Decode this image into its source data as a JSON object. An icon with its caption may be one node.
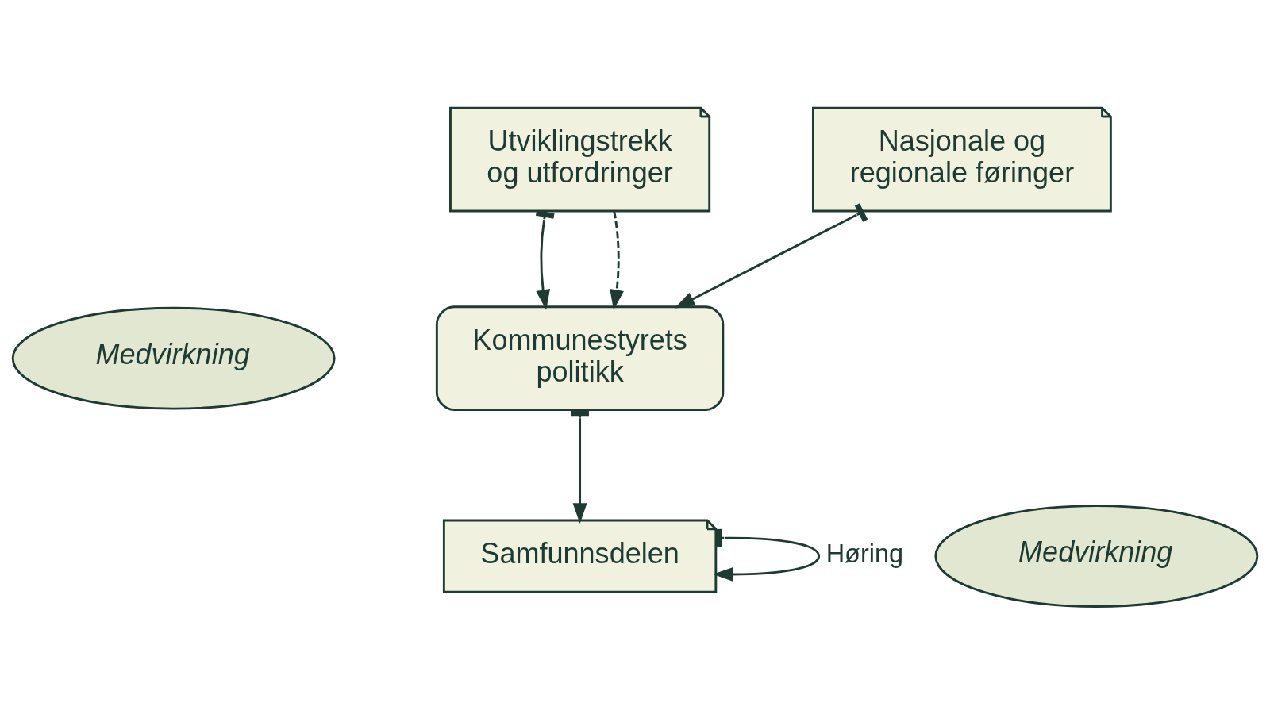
{
  "diagram": {
    "nodes": [
      {
        "text": [
          "Utviklingstrekk og utfordringer"
        ]
      },
      {
        "text": [
          "Nasjonale og regionale føringer"
        ]
      },
      {
        "text": [
          "Kommunestyrets politikk"
        ]
      },
      {
        "text": [
          "Medvirkning"
        ]
      },
      {
        "text": [
          "Samfunnsdelen"
        ]
      },
      {
        "text": [
          "Medvirkning"
        ]
      }
    ],
    "edges": [
      {
        "from": 0,
        "to": 2,
        "arrow": "to"
      },
      {
        "from": 0,
        "to": 2,
        "arrow": "to",
        "style": "dashed"
      },
      {
        "from": 1,
        "to": 2,
        "arrow": "to"
      },
      {
        "from": 2,
        "to": 4,
        "arrow": "to"
      },
      {
        "from": 4,
        "to": 4,
        "arrow": "to",
        "label": "Høring"
      }
    ]
  }
}
